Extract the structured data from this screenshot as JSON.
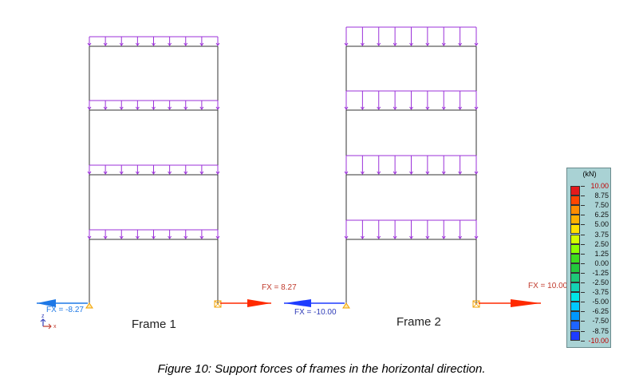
{
  "frames": [
    {
      "label": "Frame 1",
      "left_support_fx": "FX = -8.27",
      "right_support_fx": "FX = 8.27"
    },
    {
      "label": "Frame 2",
      "left_support_fx": "FX = -10.00",
      "right_support_fx": "FX = 10.00"
    }
  ],
  "axes": {
    "z": "z",
    "x": "x"
  },
  "legend": {
    "unit": "(kN)",
    "entries": [
      {
        "value": "10.00",
        "color": "#e41a1c"
      },
      {
        "value": "8.75",
        "color": "#ff4500"
      },
      {
        "value": "7.50",
        "color": "#ff8c00"
      },
      {
        "value": "6.25",
        "color": "#ffb000"
      },
      {
        "value": "5.00",
        "color": "#ffe000"
      },
      {
        "value": "3.75",
        "color": "#d4ff00"
      },
      {
        "value": "2.50",
        "color": "#8cff00"
      },
      {
        "value": "1.25",
        "color": "#3cdc1e"
      },
      {
        "value": "0.00",
        "color": "#22c83c"
      },
      {
        "value": "-1.25",
        "color": "#1ec878"
      },
      {
        "value": "-2.50",
        "color": "#14d2b4"
      },
      {
        "value": "-3.75",
        "color": "#00e6e6"
      },
      {
        "value": "-5.00",
        "color": "#00c8ff"
      },
      {
        "value": "-6.25",
        "color": "#0096ff"
      },
      {
        "value": "-7.50",
        "color": "#1e64ff"
      },
      {
        "value": "-8.75",
        "color": "#1e3cff"
      },
      {
        "value": "-10.00",
        "color": "#0a14ff"
      }
    ],
    "top_label_color": "#c00000",
    "bottom_label_color": "#c00000"
  },
  "colors": {
    "load": "#9b30d9",
    "frame": "#333333",
    "force_positive": "#ff2a00",
    "force_negative": "#1e78e6",
    "support": "#f0a000",
    "fx_positive_text": "#c0392b",
    "fx_negative_text": "#2e3bb8"
  },
  "caption": "Figure 10: Support forces of frames in the horizontal direction."
}
